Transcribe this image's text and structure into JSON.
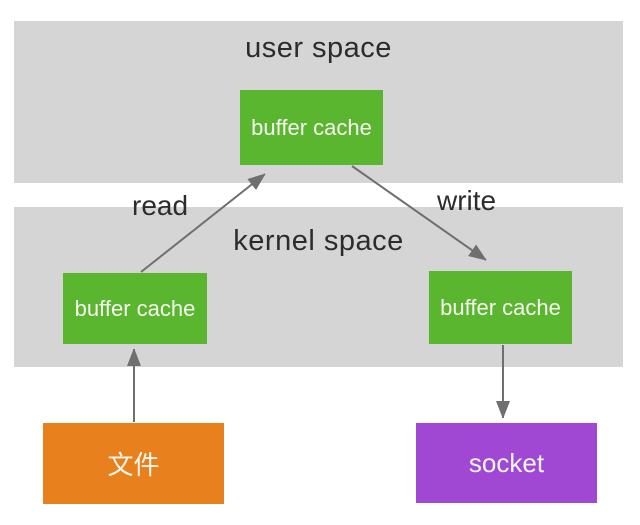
{
  "diagram": {
    "bands": {
      "user_space": {
        "label": "user space"
      },
      "kernel_space": {
        "label": "kernel space"
      }
    },
    "nodes": {
      "user_buffer": {
        "label": "buffer cache"
      },
      "kernel_buffer_left": {
        "label": "buffer cache"
      },
      "kernel_buffer_right": {
        "label": "buffer cache"
      },
      "file": {
        "label": "文件"
      },
      "socket": {
        "label": "socket"
      }
    },
    "edges": {
      "read": {
        "label": "read"
      },
      "write": {
        "label": "write"
      }
    },
    "colors": {
      "band": "#d5d5d6",
      "band_text": "#2c2c2c",
      "node_green": "#5ab52f",
      "node_orange": "#e8811d",
      "node_purple": "#a048d3",
      "node_text": "#f6f6f0",
      "arrow": "#6f6f6f"
    }
  }
}
